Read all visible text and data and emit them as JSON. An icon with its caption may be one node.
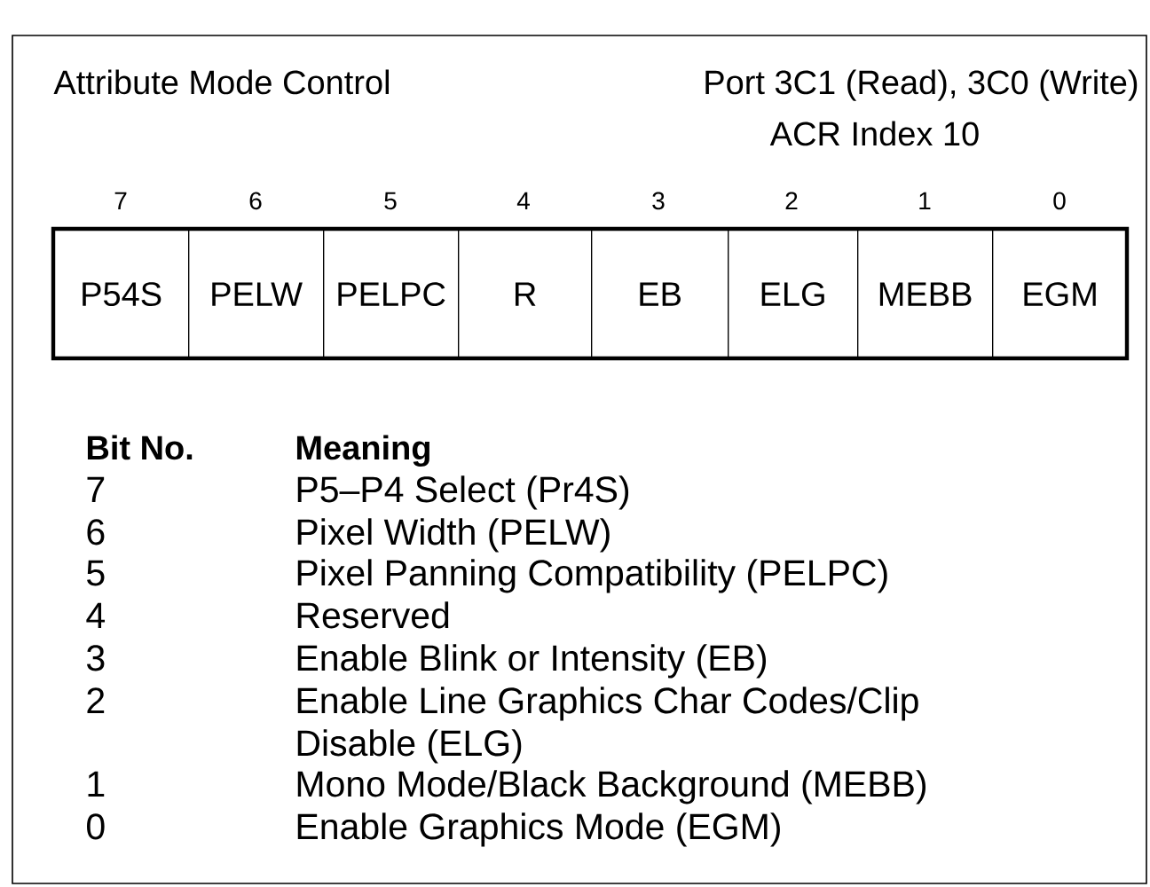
{
  "diagram": {
    "title": "Attribute Mode Control",
    "nodes": [
      {
        "text": [
          "P54S"
        ]
      },
      {
        "text": [
          "PELW"
        ]
      },
      {
        "text": [
          "PELPC"
        ]
      },
      {
        "text": [
          "R"
        ]
      },
      {
        "text": [
          "EB"
        ]
      },
      {
        "text": [
          "ELG"
        ]
      },
      {
        "text": [
          "MEBB"
        ]
      },
      {
        "text": [
          "EGM"
        ]
      }
    ],
    "edges": [],
    "labels": [
      "Port 3C1 (Read), 3C0 (Write)",
      "ACR Index 10",
      "7",
      "6",
      "5",
      "4",
      "3",
      "2",
      "1",
      "0",
      "Bit No.",
      "Meaning",
      "7",
      "P5–P4 Select (Pr4S)",
      "6",
      "Pixel Width (PELW)",
      "5",
      "Pixel Panning Compatibility (PELPC)",
      "4",
      "Reserved",
      "3",
      "Enable Blink or Intensity (EB)",
      "2",
      "Enable Line Graphics Char Codes/Clip Disable (ELG)",
      "1",
      "Mono Mode/Black Background (MEBB)",
      "0",
      "Enable Graphics Mode (EGM)"
    ]
  }
}
